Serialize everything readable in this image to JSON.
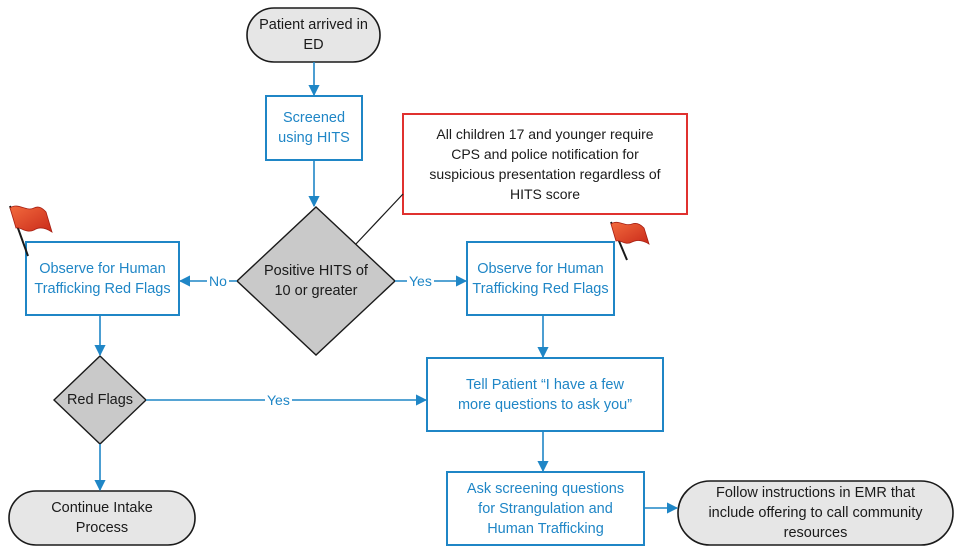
{
  "nodes": {
    "start": "Patient arrived in\nED",
    "screened": "Screened\nusing HITS",
    "note": "All children 17 and younger require\nCPS and police notification for\nsuspicious presentation regardless of\nHITS score",
    "decision_hits": "Positive HITS of\n10 or greater",
    "observe_left": "Observe for Human\nTrafficking Red Flags",
    "observe_right": "Observe for Human\nTrafficking Red Flags",
    "decision_flags": "Red Flags",
    "tell_patient": "Tell Patient “I have a few\nmore questions to ask you”",
    "continue_intake": "Continue Intake\nProcess",
    "ask_questions": "Ask screening questions\nfor Strangulation and\nHuman Trafficking",
    "follow_instructions": "Follow instructions in EMR that\ninclude offering to call community\nresources"
  },
  "edges": {
    "no": "No",
    "yes_hits": "Yes",
    "yes_flags": "Yes"
  },
  "colors": {
    "box_stroke": "#1f86c6",
    "text_blue": "#1f86c6",
    "terminal_fill": "#e6e6e6",
    "diamond_fill": "#c9c9c9",
    "note_stroke": "#e0312f",
    "flag_red": "#e2472a"
  },
  "icons": [
    "red-flag-icon",
    "red-flag-icon"
  ]
}
